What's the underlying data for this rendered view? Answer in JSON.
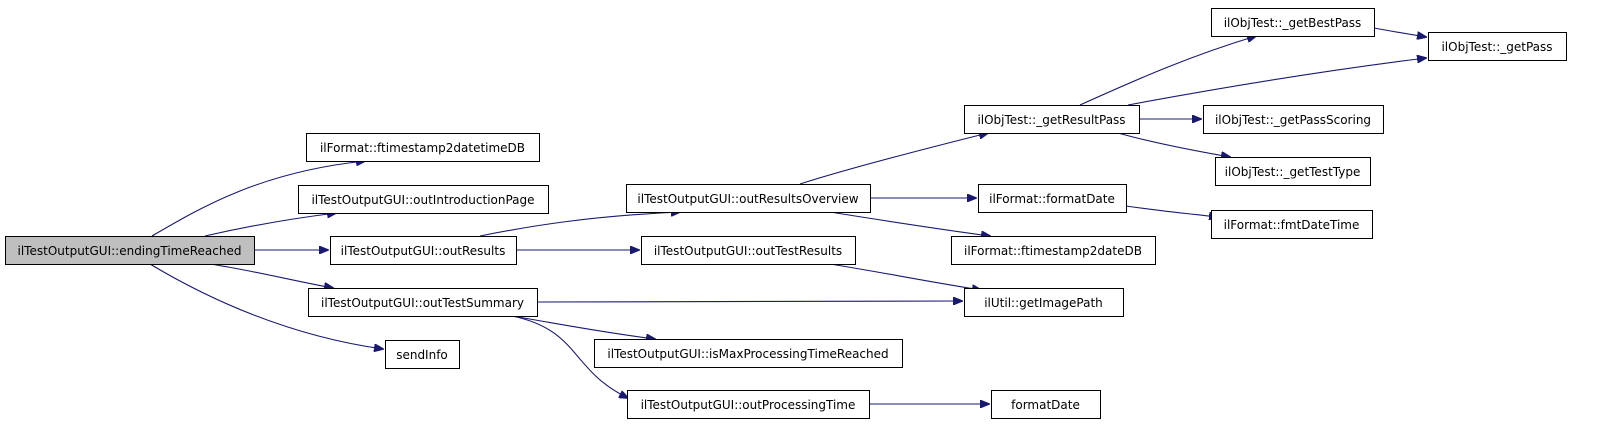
{
  "colors": {
    "edge": "#191970",
    "node_border": "#000000",
    "node_fill": "#ffffff",
    "root_fill": "#bfbfbf"
  },
  "graph": {
    "root": "ilTestOutputGUI::endingTimeReached",
    "nodes": {
      "endingTimeReached": "ilTestOutputGUI::endingTimeReached",
      "ftimestamp2datetimeDB": "ilFormat::ftimestamp2datetimeDB",
      "outIntroductionPage": "ilTestOutputGUI::outIntroductionPage",
      "outResults": "ilTestOutputGUI::outResults",
      "outTestSummary": "ilTestOutputGUI::outTestSummary",
      "sendInfo": "sendInfo",
      "outResultsOverview": "ilTestOutputGUI::outResultsOverview",
      "outTestResults": "ilTestOutputGUI::outTestResults",
      "isMaxProcessingTimeReached": "ilTestOutputGUI::isMaxProcessingTimeReached",
      "outProcessingTime": "ilTestOutputGUI::outProcessingTime",
      "getResultPass": "ilObjTest::_getResultPass",
      "formatDate_ilFormat": "ilFormat::formatDate",
      "ftimestamp2dateDB": "ilFormat::ftimestamp2dateDB",
      "getImagePath": "ilUtil::getImagePath",
      "formatDate": "formatDate",
      "getBestPass": "ilObjTest::_getBestPass",
      "getPass": "ilObjTest::_getPass",
      "getPassScoring": "ilObjTest::_getPassScoring",
      "getTestType": "ilObjTest::_getTestType",
      "fmtDateTime": "ilFormat::fmtDateTime"
    },
    "edges": [
      [
        "endingTimeReached",
        "ftimestamp2datetimeDB"
      ],
      [
        "endingTimeReached",
        "outIntroductionPage"
      ],
      [
        "endingTimeReached",
        "outResults"
      ],
      [
        "endingTimeReached",
        "outTestSummary"
      ],
      [
        "endingTimeReached",
        "sendInfo"
      ],
      [
        "outResults",
        "outResultsOverview"
      ],
      [
        "outResults",
        "outTestResults"
      ],
      [
        "outTestSummary",
        "getImagePath"
      ],
      [
        "outTestSummary",
        "isMaxProcessingTimeReached"
      ],
      [
        "outTestSummary",
        "outProcessingTime"
      ],
      [
        "outResultsOverview",
        "getResultPass"
      ],
      [
        "outResultsOverview",
        "formatDate_ilFormat"
      ],
      [
        "outResultsOverview",
        "ftimestamp2dateDB"
      ],
      [
        "outTestResults",
        "getImagePath"
      ],
      [
        "outProcessingTime",
        "formatDate"
      ],
      [
        "getResultPass",
        "getBestPass"
      ],
      [
        "getResultPass",
        "getPass"
      ],
      [
        "getResultPass",
        "getPassScoring"
      ],
      [
        "getResultPass",
        "getTestType"
      ],
      [
        "getBestPass",
        "getPass"
      ],
      [
        "formatDate_ilFormat",
        "fmtDateTime"
      ]
    ]
  }
}
